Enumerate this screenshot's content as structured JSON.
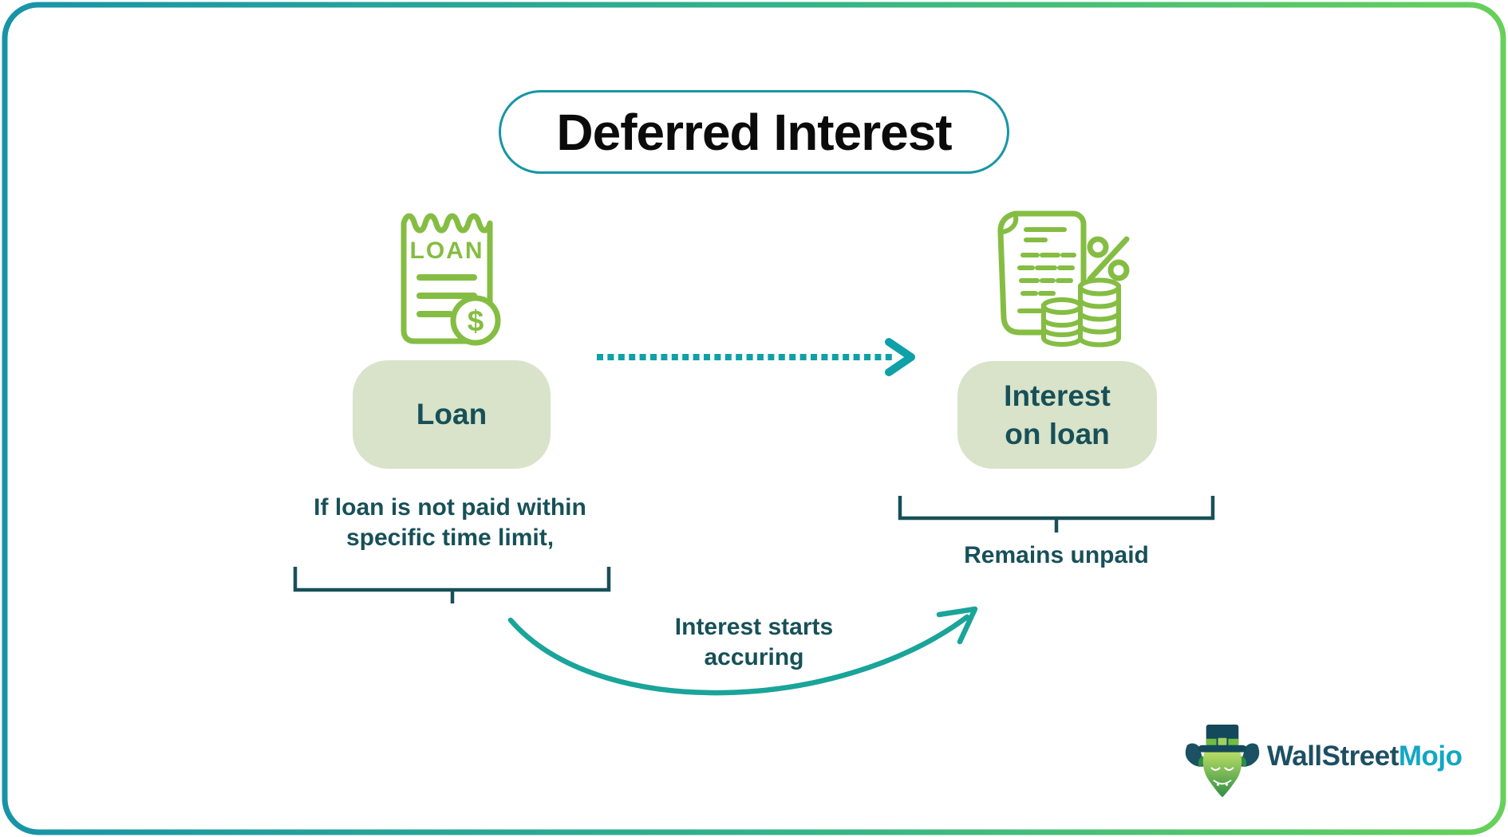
{
  "header": {
    "title": "Deferred Interest"
  },
  "flow": {
    "loan_node": {
      "label": "Loan",
      "caption": [
        "If loan is not paid within",
        "specific time limit,"
      ]
    },
    "interest_node": {
      "label": [
        "Interest",
        "on loan"
      ],
      "caption": "Remains unpaid"
    },
    "transition_label": [
      "Interest starts",
      "accuring"
    ]
  },
  "icons": {
    "left_icon": "loan-receipt-dollar-icon",
    "right_icon": "invoice-percent-coins-icon",
    "loan_doc_text": "LOAN",
    "dollar_sign": "$"
  },
  "brand": {
    "wordmark_primary": "WallStreet",
    "wordmark_secondary": "Mojo",
    "mascot": "bull-with-top-hat"
  },
  "colors": {
    "border_gradient_start": "#1894A8",
    "border_gradient_end": "#67D05A",
    "title_border": "#1796A4",
    "node_fill": "#D8E3C9",
    "dark_teal_text": "#175058",
    "icon_green": "#85BD43",
    "dotted_arrow_teal": "#0FA0A8",
    "curved_arrow_teal": "#1AA49A",
    "brand_navy": "#1D4F63",
    "brand_cyan": "#12A7C4"
  }
}
